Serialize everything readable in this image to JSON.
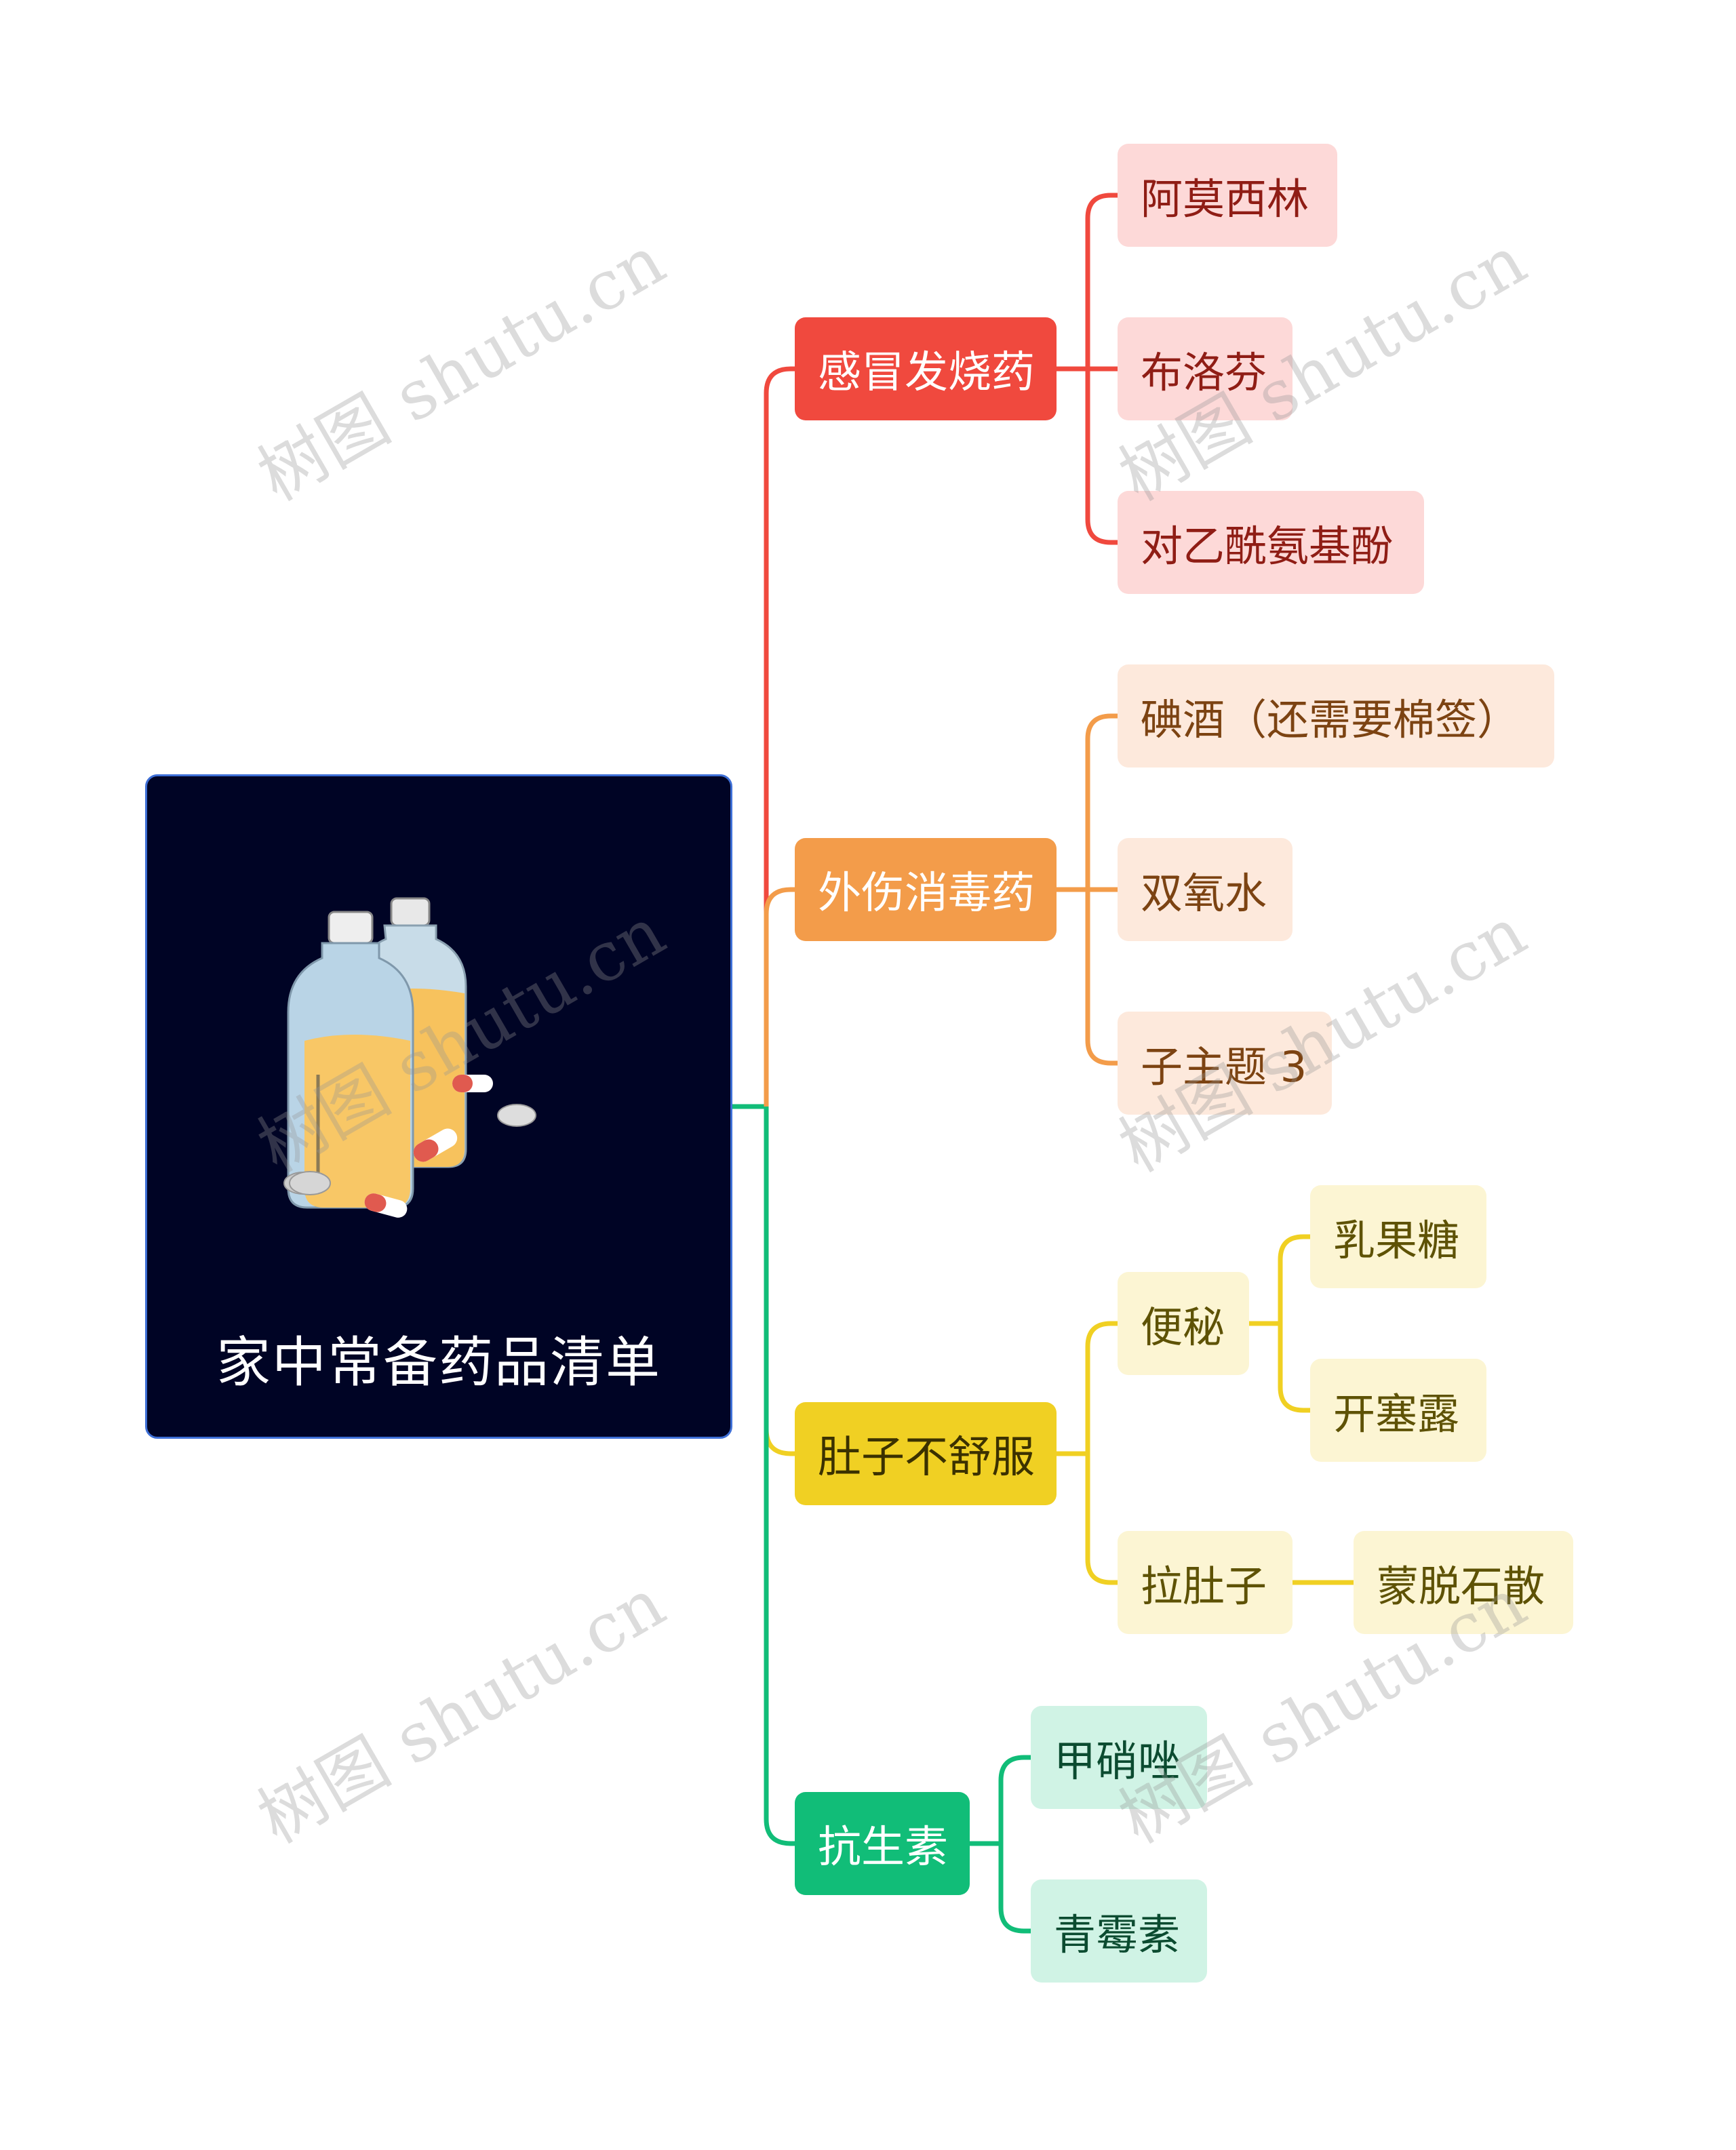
{
  "root": {
    "title": "家中常备药品清单",
    "illustration": "medicine-bottles-and-pills"
  },
  "branches": [
    {
      "label": "感冒发烧药",
      "color": "#f0493e",
      "leaf_bg": "#fdd9d8",
      "leaf_fg": "#8f1d15",
      "children": [
        {
          "label": "阿莫西林"
        },
        {
          "label": "布洛芬"
        },
        {
          "label": "对乙酰氨基酚"
        }
      ]
    },
    {
      "label": "外伤消毒药",
      "color": "#f39c4a",
      "leaf_bg": "#fde9dc",
      "leaf_fg": "#7c4312",
      "children": [
        {
          "label": "碘酒（还需要棉签）"
        },
        {
          "label": "双氧水"
        },
        {
          "label": "子主题 3"
        }
      ]
    },
    {
      "label": "肚子不舒服",
      "color": "#f0d023",
      "leaf_bg": "#fcf5d3",
      "leaf_fg": "#5e5205",
      "main_fg": "#3b3100",
      "children": [
        {
          "label": "便秘",
          "children": [
            {
              "label": "乳果糖"
            },
            {
              "label": "开塞露"
            }
          ]
        },
        {
          "label": "拉肚子",
          "children": [
            {
              "label": "蒙脱石散"
            }
          ]
        }
      ]
    },
    {
      "label": "抗生素",
      "color": "#11bd78",
      "leaf_bg": "#d0f3e5",
      "leaf_fg": "#0b4b30",
      "children": [
        {
          "label": "甲硝唑"
        },
        {
          "label": "青霉素"
        }
      ]
    }
  ],
  "watermark": "树图 shutu.cn"
}
